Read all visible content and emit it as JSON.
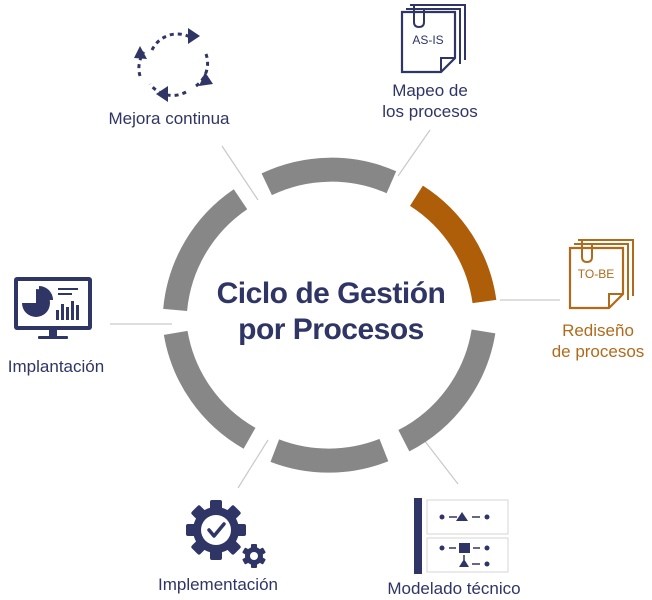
{
  "center": {
    "line1": "Ciclo de Gestión",
    "line2": "por Procesos"
  },
  "stages": [
    {
      "id": "mapeo",
      "line1": "Mapeo de",
      "line2": "los procesos",
      "icon": "document-icon",
      "doc_text": "AS-IS",
      "highlighted": false
    },
    {
      "id": "rediseno",
      "line1": "Rediseño",
      "line2": "de procesos",
      "icon": "document-icon",
      "doc_text": "TO-BE",
      "highlighted": true
    },
    {
      "id": "modelado",
      "line1": "Modelado técnico",
      "icon": "flowchart-icon",
      "highlighted": false
    },
    {
      "id": "implementacion",
      "line1": "Implementación",
      "icon": "gear-check-icon",
      "highlighted": false
    },
    {
      "id": "implantacion",
      "line1": "Implantación",
      "icon": "monitor-chart-icon",
      "highlighted": false
    },
    {
      "id": "mejora",
      "line1": "Mejora continua",
      "icon": "cycle-arrows-icon",
      "highlighted": false
    }
  ],
  "colors": {
    "navy": "#2f3565",
    "orange": "#b06a1c",
    "ring_gray": "#878787",
    "highlight": "#ae5d09",
    "connector": "#c9c9c9"
  }
}
